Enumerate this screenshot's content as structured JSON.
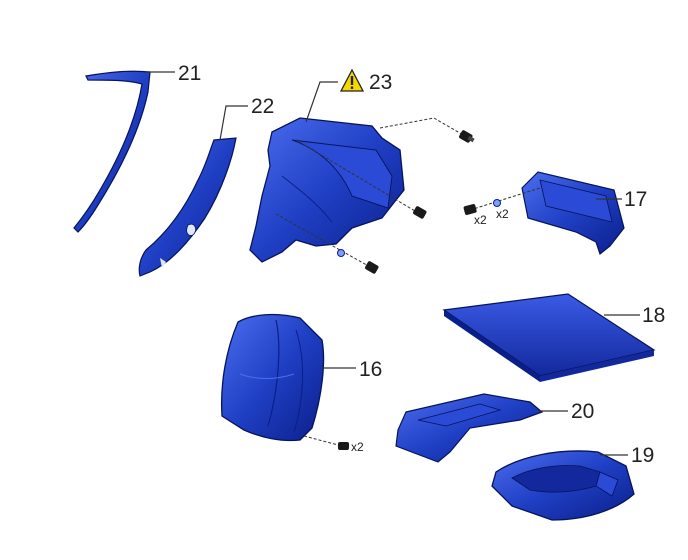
{
  "colors": {
    "part_fill": "#1f3fc4",
    "part_dark": "#0b1f8a",
    "part_light": "#4d6ef0",
    "outline": "#07135a",
    "leader": "#333333",
    "warning": "#f5d800"
  },
  "callouts": {
    "c16": "16",
    "c17": "17",
    "c18": "18",
    "c19": "19",
    "c20": "20",
    "c21": "21",
    "c22": "22",
    "c23": "23"
  },
  "quantities": {
    "q17a": "x2",
    "q17b": "x2",
    "q16": "x2"
  },
  "icons": {
    "warning": "warning-triangle-icon"
  }
}
